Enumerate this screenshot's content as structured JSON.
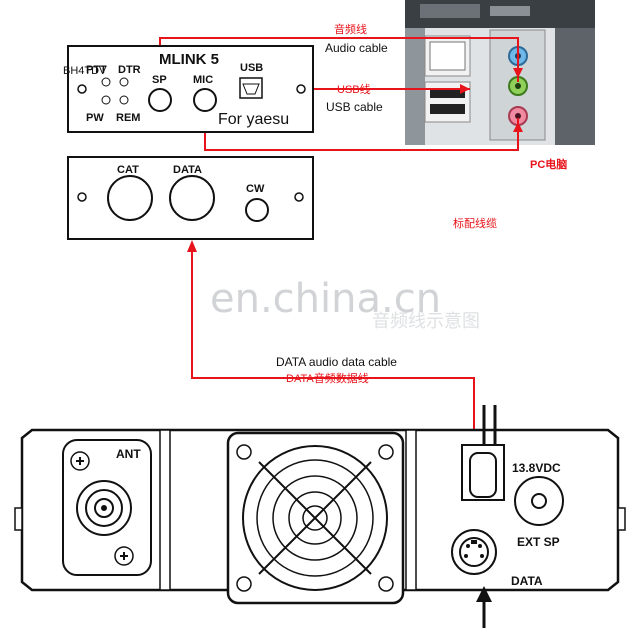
{
  "labels": {
    "audio_cn": "音频线",
    "audio_en": "Audio cable",
    "usb_cn": "USB线",
    "usb_en": "USB cable",
    "pc_cn": "PC电脑",
    "std_cable_cn": "标配线缆",
    "data_en": "DATA audio data cable",
    "data_cn": "DATA音频数据线"
  },
  "mlink_front": {
    "brand": "MLINK 5",
    "subtitle": "For yaesu",
    "jack_labels": [
      "SP",
      "MIC",
      "USB"
    ],
    "led_labels": [
      "PTT",
      "DTR",
      "PW",
      "REM"
    ],
    "overlay_text": "BH4TDV"
  },
  "mlink_back": {
    "port_labels": [
      "CAT",
      "DATA",
      "CW"
    ]
  },
  "radio": {
    "labels": [
      "ANT",
      "13.8VDC",
      "EXT SP",
      "DATA"
    ]
  },
  "watermark": {
    "main": "en.china.cn",
    "sub": "音频线示意图"
  },
  "colors": {
    "cable": "#e8141b",
    "outline": "#111111",
    "panel_bg": "#ffffff"
  }
}
